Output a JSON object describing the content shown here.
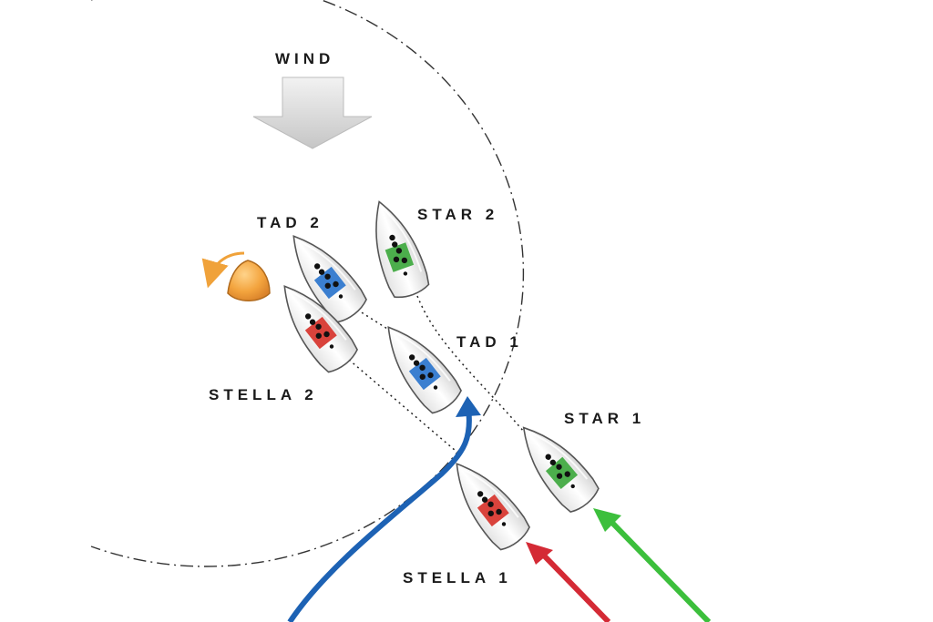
{
  "labels": {
    "wind": "WIND",
    "tad2": "TAD 2",
    "star2": "STAR 2",
    "tad1": "TAD 1",
    "stella2": "STELLA 2",
    "star1": "STAR 1",
    "stella1": "STELLA 1"
  },
  "colors": {
    "tad": "#3b7fd0",
    "star": "#4cae4c",
    "stella": "#d9433c",
    "tad_track": "#1d62b4",
    "star_track": "#3cbf3c",
    "stella_track": "#d42a35",
    "mark": "#f0a23a",
    "wind_arrow": "#d4d4d4"
  },
  "icons": {
    "wind": "wind-arrow-icon",
    "mark": "mark-buoy-icon",
    "rounding": "rounding-direction-arrow-icon"
  }
}
